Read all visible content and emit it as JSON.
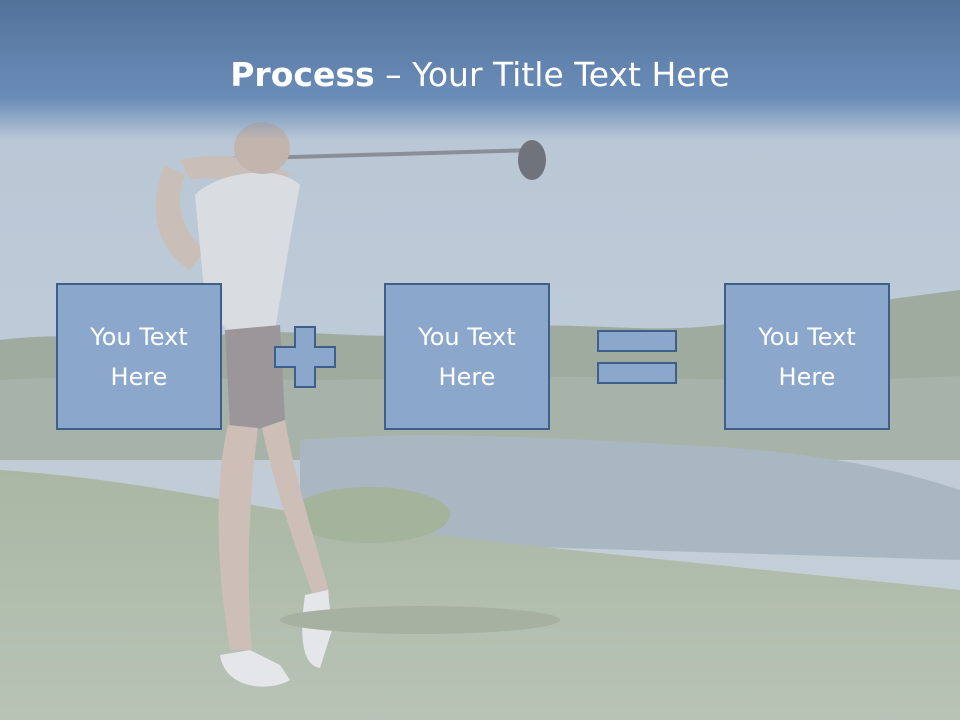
{
  "slide": {
    "title_bold": "Process",
    "title_rest": " – Your Title Text Here",
    "boxes": [
      {
        "label": "You Text Here"
      },
      {
        "label": "You Text Here"
      },
      {
        "label": "You Text Here"
      }
    ],
    "operators": [
      "plus-icon",
      "equals-icon"
    ]
  },
  "colors": {
    "box_fill": "#8ba7cc",
    "box_border": "#3e5f8a",
    "header": "#5e80ab",
    "text": "#ffffff"
  }
}
